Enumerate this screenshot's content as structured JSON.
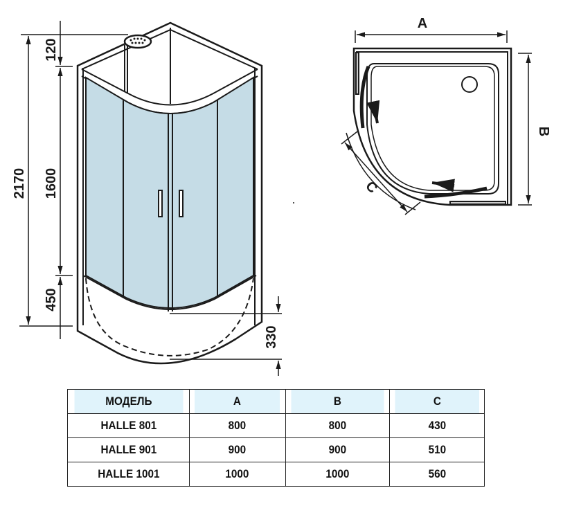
{
  "diagram": {
    "front_view": {
      "dimensions": {
        "total_height": "2170",
        "top_section": "120",
        "glass_height": "1600",
        "tray_height": "450",
        "tray_depth": "330"
      },
      "colors": {
        "glass": "#c5dce6",
        "line": "#1a1a1a"
      }
    },
    "top_view": {
      "labels": {
        "width": "A",
        "depth": "B",
        "door": "C"
      }
    }
  },
  "table": {
    "headers": [
      "МОДЕЛЬ",
      "A",
      "B",
      "C"
    ],
    "rows": [
      [
        "HALLE 801",
        "800",
        "800",
        "430"
      ],
      [
        "HALLE 901",
        "900",
        "900",
        "510"
      ],
      [
        "HALLE 1001",
        "1000",
        "1000",
        "560"
      ]
    ],
    "header_color": "#e0f3fb"
  }
}
